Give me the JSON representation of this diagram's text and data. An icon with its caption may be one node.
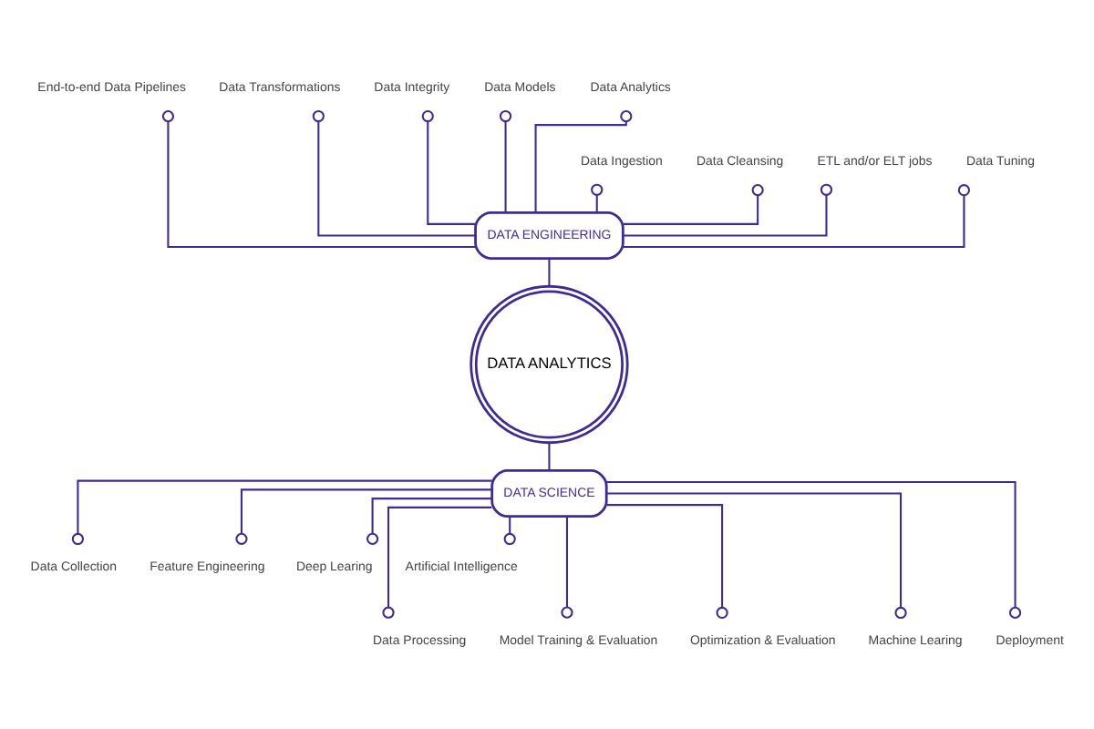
{
  "diagram": {
    "nodes": [
      {
        "text": [
          "End-to-end Data Pipelines"
        ]
      },
      {
        "text": [
          "Data Transformations"
        ]
      },
      {
        "text": [
          "Data Integrity"
        ]
      },
      {
        "text": [
          "Data Models"
        ]
      },
      {
        "text": [
          "Data Analytics"
        ]
      },
      {
        "text": [
          "Data Ingestion"
        ]
      },
      {
        "text": [
          "Data Cleansing"
        ]
      },
      {
        "text": [
          "ETL and/or ELT jobs"
        ]
      },
      {
        "text": [
          "Data Tuning"
        ]
      },
      {
        "text": [
          "DATA ENGINEERING"
        ]
      },
      {
        "text": [
          "DATA ANALYTICS"
        ]
      },
      {
        "text": [
          "DATA SCIENCE"
        ]
      },
      {
        "text": [
          "Data Collection"
        ]
      },
      {
        "text": [
          "Feature Engineering"
        ]
      },
      {
        "text": [
          "Deep Learing"
        ]
      },
      {
        "text": [
          "Artificial Intelligence"
        ]
      },
      {
        "text": [
          "Data Processing"
        ]
      },
      {
        "text": [
          "Model Training & Evaluation"
        ]
      },
      {
        "text": [
          "Optimization & Evaluation"
        ]
      },
      {
        "text": [
          "Machine Learing"
        ]
      },
      {
        "text": [
          "Deployment"
        ]
      }
    ],
    "edges": [
      {
        "from": 10,
        "to": 9,
        "arrow": "none"
      },
      {
        "from": 9,
        "to": 0,
        "arrow": "other"
      },
      {
        "from": 9,
        "to": 1,
        "arrow": "other"
      },
      {
        "from": 9,
        "to": 2,
        "arrow": "other"
      },
      {
        "from": 9,
        "to": 3,
        "arrow": "other"
      },
      {
        "from": 9,
        "to": 4,
        "arrow": "other"
      },
      {
        "from": 9,
        "to": 5,
        "arrow": "other"
      },
      {
        "from": 9,
        "to": 6,
        "arrow": "other"
      },
      {
        "from": 9,
        "to": 7,
        "arrow": "other"
      },
      {
        "from": 9,
        "to": 8,
        "arrow": "other"
      },
      {
        "from": 10,
        "to": 11,
        "arrow": "none"
      },
      {
        "from": 11,
        "to": 12,
        "arrow": "other"
      },
      {
        "from": 11,
        "to": 13,
        "arrow": "other"
      },
      {
        "from": 11,
        "to": 14,
        "arrow": "other"
      },
      {
        "from": 11,
        "to": 15,
        "arrow": "other"
      },
      {
        "from": 11,
        "to": 16,
        "arrow": "other"
      },
      {
        "from": 11,
        "to": 17,
        "arrow": "other"
      },
      {
        "from": 11,
        "to": 18,
        "arrow": "other"
      },
      {
        "from": 11,
        "to": 19,
        "arrow": "other"
      },
      {
        "from": 11,
        "to": 20,
        "arrow": "other"
      }
    ]
  }
}
